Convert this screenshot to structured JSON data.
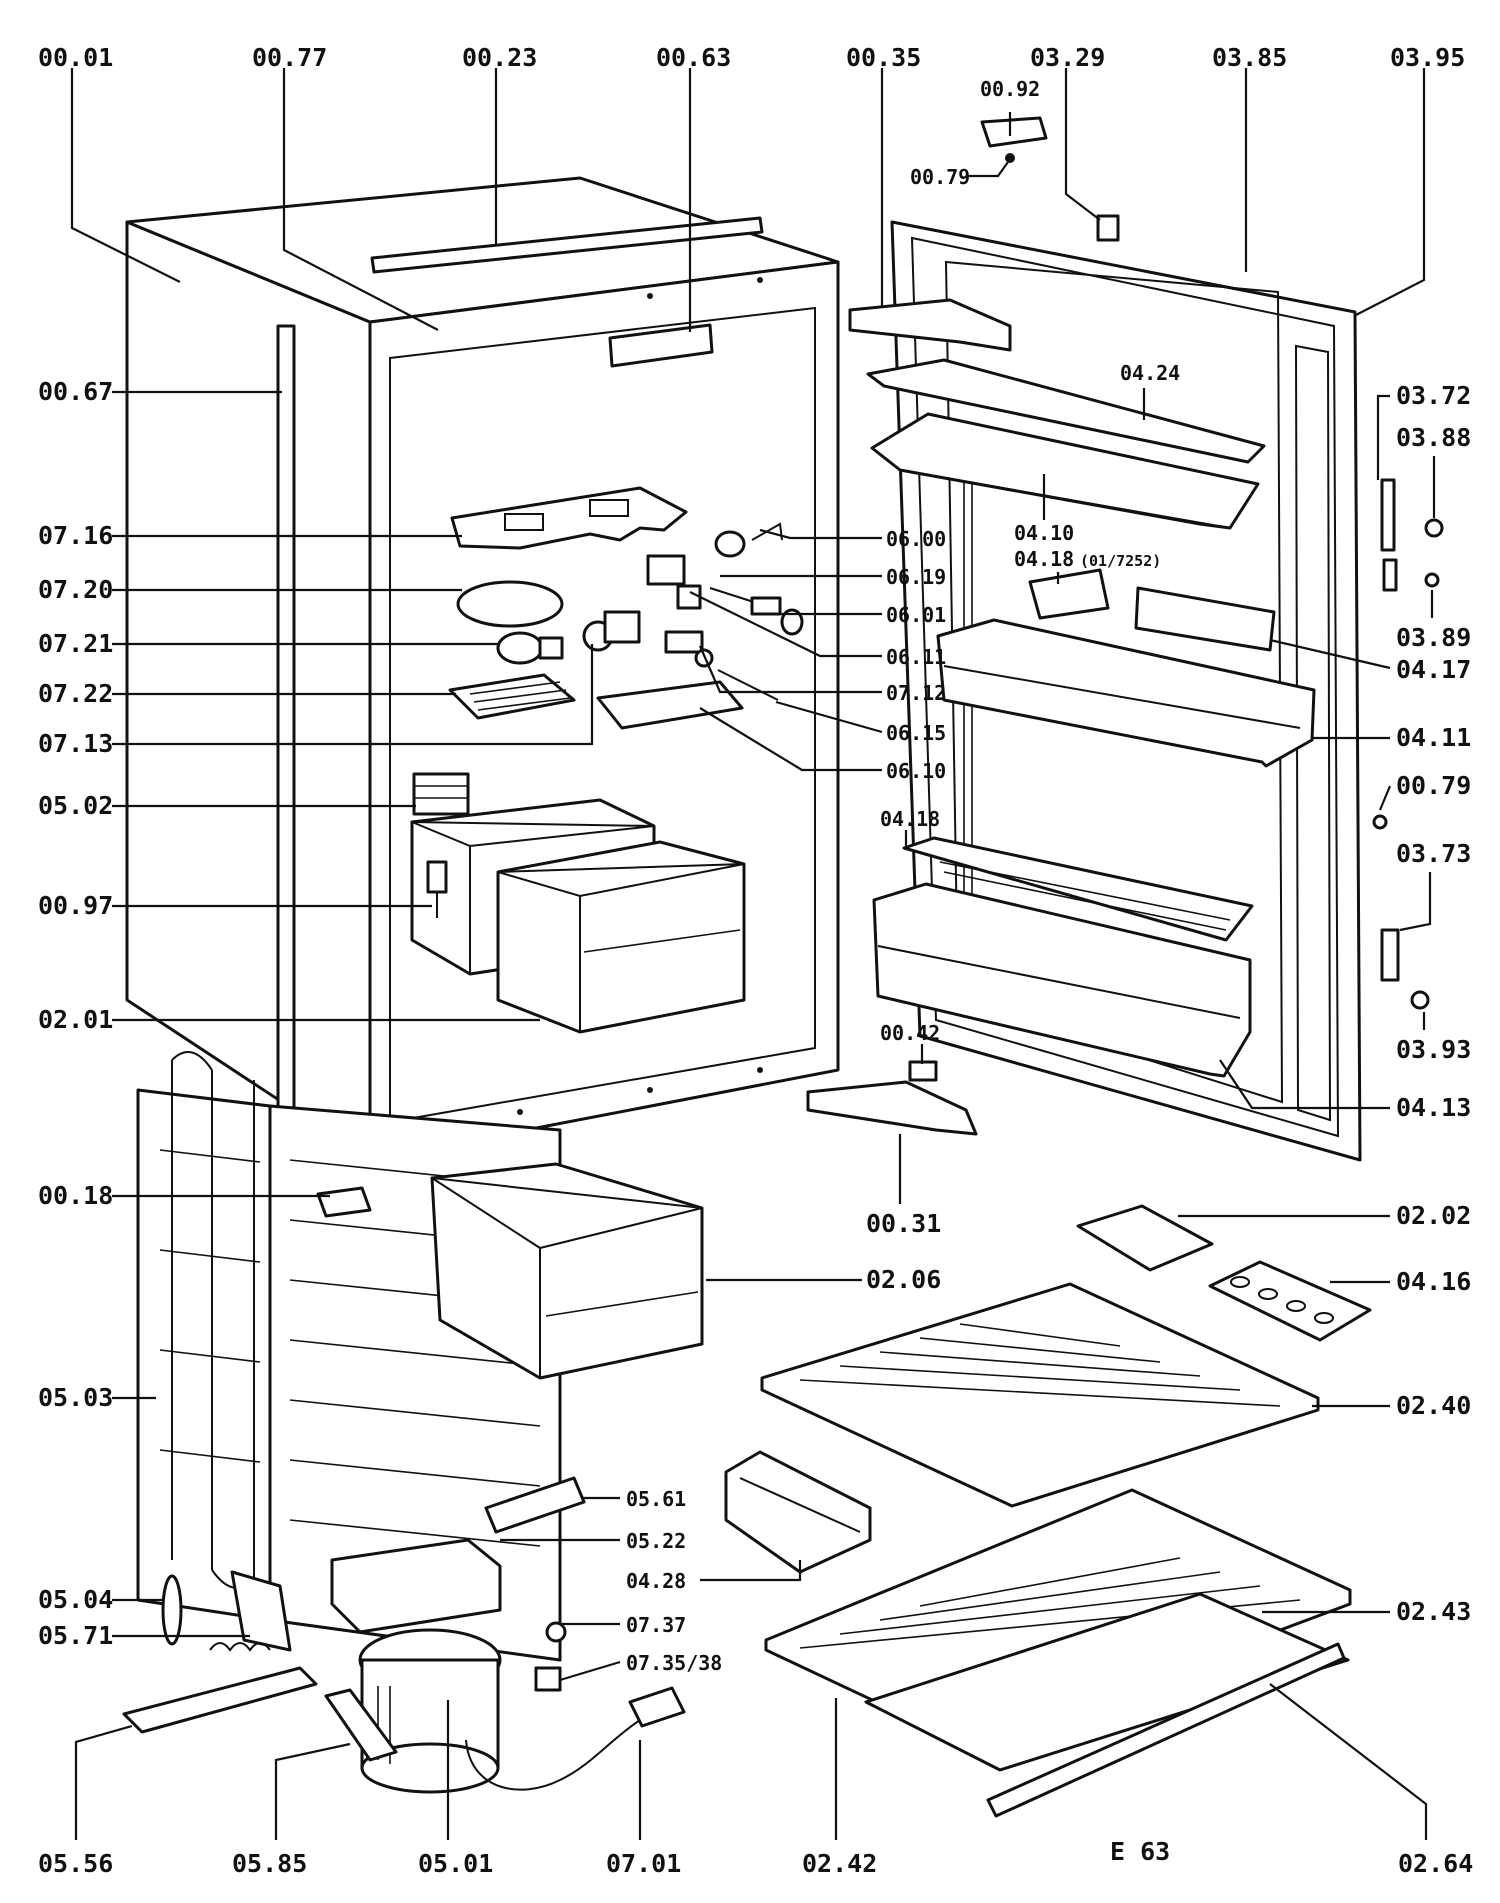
{
  "drawing_code": "E 63",
  "labels": [
    {
      "id": "00.01",
      "text": "00.01"
    },
    {
      "id": "00.77",
      "text": "00.77"
    },
    {
      "id": "00.23",
      "text": "00.23"
    },
    {
      "id": "00.63",
      "text": "00.63"
    },
    {
      "id": "00.35",
      "text": "00.35"
    },
    {
      "id": "00.92",
      "text": "00.92"
    },
    {
      "id": "00.79a",
      "text": "00.79"
    },
    {
      "id": "03.29",
      "text": "03.29"
    },
    {
      "id": "03.85",
      "text": "03.85"
    },
    {
      "id": "03.95",
      "text": "03.95"
    },
    {
      "id": "00.67",
      "text": "00.67"
    },
    {
      "id": "07.16",
      "text": "07.16"
    },
    {
      "id": "07.20",
      "text": "07.20"
    },
    {
      "id": "07.21",
      "text": "07.21"
    },
    {
      "id": "07.22",
      "text": "07.22"
    },
    {
      "id": "07.13",
      "text": "07.13"
    },
    {
      "id": "05.02",
      "text": "05.02"
    },
    {
      "id": "00.97",
      "text": "00.97"
    },
    {
      "id": "02.01",
      "text": "02.01"
    },
    {
      "id": "00.18",
      "text": "00.18"
    },
    {
      "id": "05.03",
      "text": "05.03"
    },
    {
      "id": "05.04",
      "text": "05.04"
    },
    {
      "id": "05.71",
      "text": "05.71"
    },
    {
      "id": "05.56",
      "text": "05.56"
    },
    {
      "id": "05.85",
      "text": "05.85"
    },
    {
      "id": "05.01",
      "text": "05.01"
    },
    {
      "id": "07.01",
      "text": "07.01"
    },
    {
      "id": "02.42",
      "text": "02.42"
    },
    {
      "id": "02.64",
      "text": "02.64"
    },
    {
      "id": "06.00",
      "text": "06.00"
    },
    {
      "id": "06.19",
      "text": "06.19"
    },
    {
      "id": "06.01",
      "text": "06.01"
    },
    {
      "id": "06.11",
      "text": "06.11"
    },
    {
      "id": "07.12",
      "text": "07.12"
    },
    {
      "id": "06.15",
      "text": "06.15"
    },
    {
      "id": "06.10",
      "text": "06.10"
    },
    {
      "id": "04.24",
      "text": "04.24"
    },
    {
      "id": "04.10",
      "text": "04.10"
    },
    {
      "id": "04.18a",
      "text": "04.18"
    },
    {
      "id": "04.18a_note",
      "text": "(01/7252)"
    },
    {
      "id": "03.72",
      "text": "03.72"
    },
    {
      "id": "03.88",
      "text": "03.88"
    },
    {
      "id": "03.89",
      "text": "03.89"
    },
    {
      "id": "04.17",
      "text": "04.17"
    },
    {
      "id": "04.11",
      "text": "04.11"
    },
    {
      "id": "00.79b",
      "text": "00.79"
    },
    {
      "id": "03.73",
      "text": "03.73"
    },
    {
      "id": "04.18b",
      "text": "04.18"
    },
    {
      "id": "03.93",
      "text": "03.93"
    },
    {
      "id": "00.42",
      "text": "00.42"
    },
    {
      "id": "04.13",
      "text": "04.13"
    },
    {
      "id": "00.31",
      "text": "00.31"
    },
    {
      "id": "02.02",
      "text": "02.02"
    },
    {
      "id": "02.06",
      "text": "02.06"
    },
    {
      "id": "04.16",
      "text": "04.16"
    },
    {
      "id": "02.40",
      "text": "02.40"
    },
    {
      "id": "05.61",
      "text": "05.61"
    },
    {
      "id": "05.22",
      "text": "05.22"
    },
    {
      "id": "04.28",
      "text": "04.28"
    },
    {
      "id": "02.43",
      "text": "02.43"
    },
    {
      "id": "07.37",
      "text": "07.37"
    },
    {
      "id": "07.35/38",
      "text": "07.35/38"
    }
  ]
}
